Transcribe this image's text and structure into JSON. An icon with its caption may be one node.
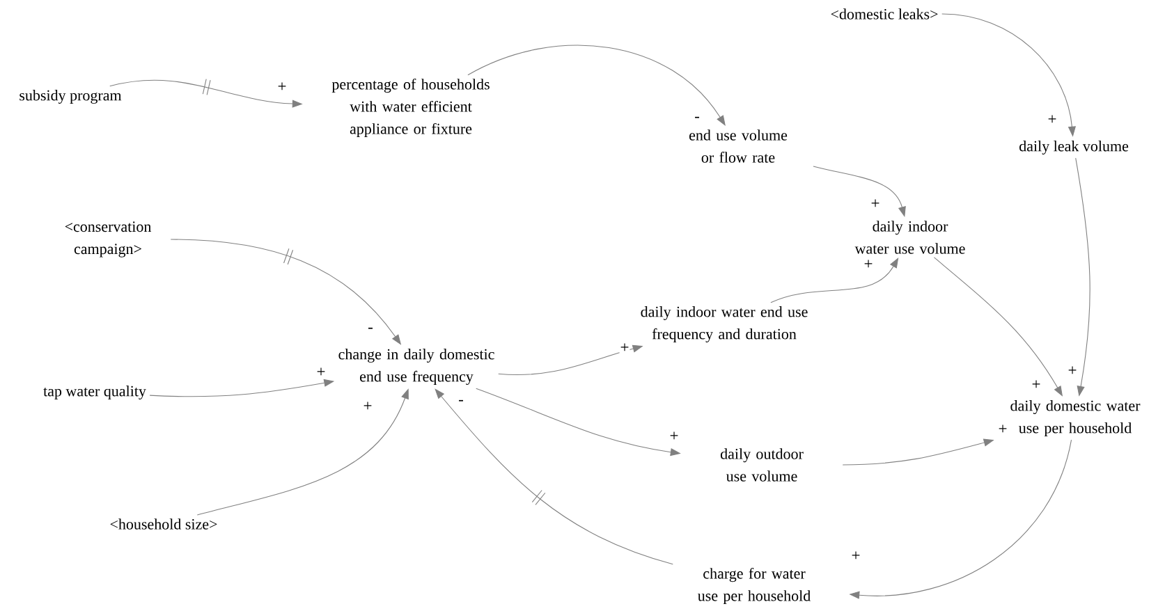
{
  "diagram": {
    "nodes": [
      {
        "text": [
          "subsidy program"
        ]
      },
      {
        "text": [
          "percentage of households with water efficient appliance or fixture"
        ]
      },
      {
        "text": [
          "end use volume or flow rate"
        ]
      },
      {
        "text": [
          "<domestic leaks>"
        ]
      },
      {
        "text": [
          "daily leak volume"
        ]
      },
      {
        "text": [
          "daily indoor water use volume"
        ]
      },
      {
        "text": [
          "<conservation campaign>"
        ]
      },
      {
        "text": [
          "daily indoor water end use frequency and duration"
        ]
      },
      {
        "text": [
          "change in daily domestic end use frequency"
        ]
      },
      {
        "text": [
          "tap water quality"
        ]
      },
      {
        "text": [
          "daily domestic water use per household"
        ]
      },
      {
        "text": [
          "daily outdoor use volume"
        ]
      },
      {
        "text": [
          "<household size>"
        ]
      },
      {
        "text": [
          "charge for water use per household"
        ]
      }
    ],
    "edges": [
      {
        "from": 0,
        "to": 1,
        "arrow": "to",
        "label": "+"
      },
      {
        "from": 1,
        "to": 2,
        "arrow": "to",
        "label": "-"
      },
      {
        "from": 3,
        "to": 4,
        "arrow": "to",
        "label": "+"
      },
      {
        "from": 2,
        "to": 5,
        "arrow": "to",
        "label": "+"
      },
      {
        "from": 7,
        "to": 5,
        "arrow": "to",
        "label": "+"
      },
      {
        "from": 6,
        "to": 8,
        "arrow": "to",
        "label": "-"
      },
      {
        "from": 9,
        "to": 8,
        "arrow": "to",
        "label": "+"
      },
      {
        "from": 12,
        "to": 8,
        "arrow": "to",
        "label": "+"
      },
      {
        "from": 8,
        "to": 7,
        "arrow": "to",
        "label": "+"
      },
      {
        "from": 8,
        "to": 11,
        "arrow": "to",
        "label": "+"
      },
      {
        "from": 5,
        "to": 10,
        "arrow": "to",
        "label": "+"
      },
      {
        "from": 4,
        "to": 10,
        "arrow": "to",
        "label": "+"
      },
      {
        "from": 11,
        "to": 10,
        "arrow": "to",
        "label": "+"
      },
      {
        "from": 10,
        "to": 13,
        "arrow": "to",
        "label": "+"
      },
      {
        "from": 13,
        "to": 8,
        "arrow": "to",
        "label": "-"
      }
    ]
  }
}
